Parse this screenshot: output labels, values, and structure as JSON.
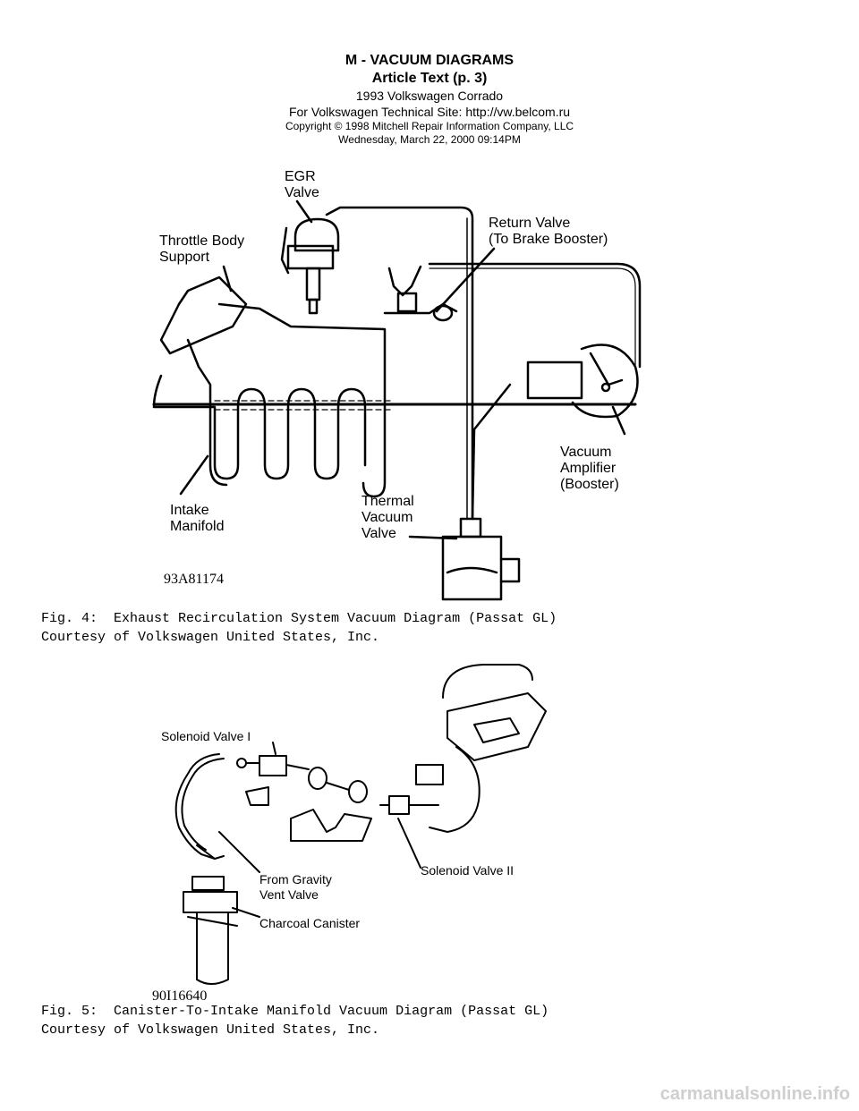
{
  "header": {
    "section": "M - VACUUM DIAGRAMS",
    "article": "Article Text (p. 3)",
    "vehicle": "1993 Volkswagen Corrado",
    "site": "For Volkswagen Technical Site:  http://vw.belcom.ru",
    "copyright": "Copyright © 1998 Mitchell Repair Information Company, LLC",
    "date": "Wednesday, March 22, 2000  09:14PM"
  },
  "figure4": {
    "labels": {
      "egr_line1": "EGR",
      "egr_line2": "Valve",
      "throttle_line1": "Throttle Body",
      "throttle_line2": "Support",
      "return_line1": "Return Valve",
      "return_line2": "(To Brake Booster)",
      "vacuum_line1": "Vacuum",
      "vacuum_line2": "Amplifier",
      "vacuum_line3": "(Booster)",
      "intake_line1": "Intake",
      "intake_line2": "Manifold",
      "thermal_line1": "Thermal",
      "thermal_line2": "Vacuum",
      "thermal_line3": "Valve"
    },
    "code": "93A81174",
    "caption_line1": "Fig. 4:  Exhaust Recirculation System Vacuum Diagram (Passat GL)",
    "caption_line2": "Courtesy of Volkswagen United States, Inc."
  },
  "figure5": {
    "labels": {
      "solenoid1": "Solenoid Valve I",
      "solenoid2": "Solenoid Valve II",
      "gravity_line1": "From Gravity",
      "gravity_line2": "Vent Valve",
      "canister": "Charcoal Canister"
    },
    "code": "90I16640",
    "caption_line1": "Fig. 5:  Canister-To-Intake Manifold Vacuum Diagram (Passat GL)",
    "caption_line2": "Courtesy of Volkswagen United States, Inc."
  },
  "watermark": "carmanualsonline.info"
}
